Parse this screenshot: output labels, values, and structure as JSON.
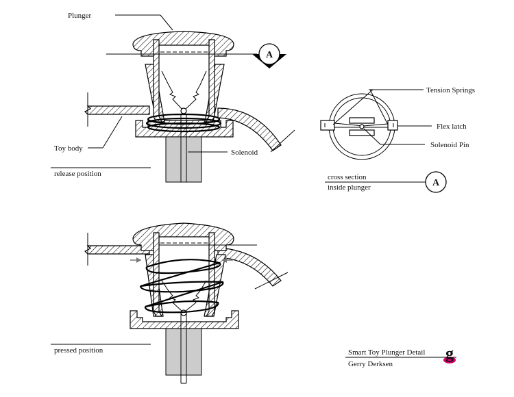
{
  "labels": {
    "plunger": "Plunger",
    "toy_body": "Toy body",
    "solenoid": "Solenoid",
    "release_position": "release position",
    "pressed_position": "pressed position",
    "tension_springs": "Tension Springs",
    "flex_latch": "Flex latch",
    "solenoid_pin": "Solenoid Pin",
    "cross_section_line1": "cross section",
    "cross_section_line2": "inside plunger",
    "section_marker": "A",
    "section_marker_callout": "A"
  },
  "title_block": {
    "title": "Smart Toy Plunger Detail",
    "author": "Gerry Derksen",
    "logo_letter": "g"
  },
  "colors": {
    "solenoid_fill": "#cccccc",
    "logo_accent": "#d6006b",
    "arrow_gray": "#777777"
  }
}
